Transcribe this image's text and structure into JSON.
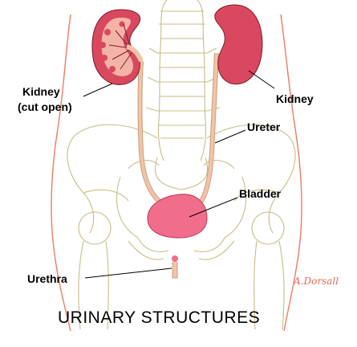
{
  "labels": {
    "kidney_cut_line1": "Kidney",
    "kidney_cut_line2": "(cut open)",
    "kidney": "Kidney",
    "ureter": "Ureter",
    "bladder": "Bladder",
    "urethra": "Urethra"
  },
  "title": "URINARY STRUCTURES",
  "signature": "A.Dorsall",
  "colors": {
    "kidney": "#d9485f",
    "kidney_inner": "#f3b3a6",
    "bladder": "#f06e8c",
    "ureter": "#f2c3a8",
    "bone": "#c8bd86",
    "body_outline": "#f07a62"
  }
}
